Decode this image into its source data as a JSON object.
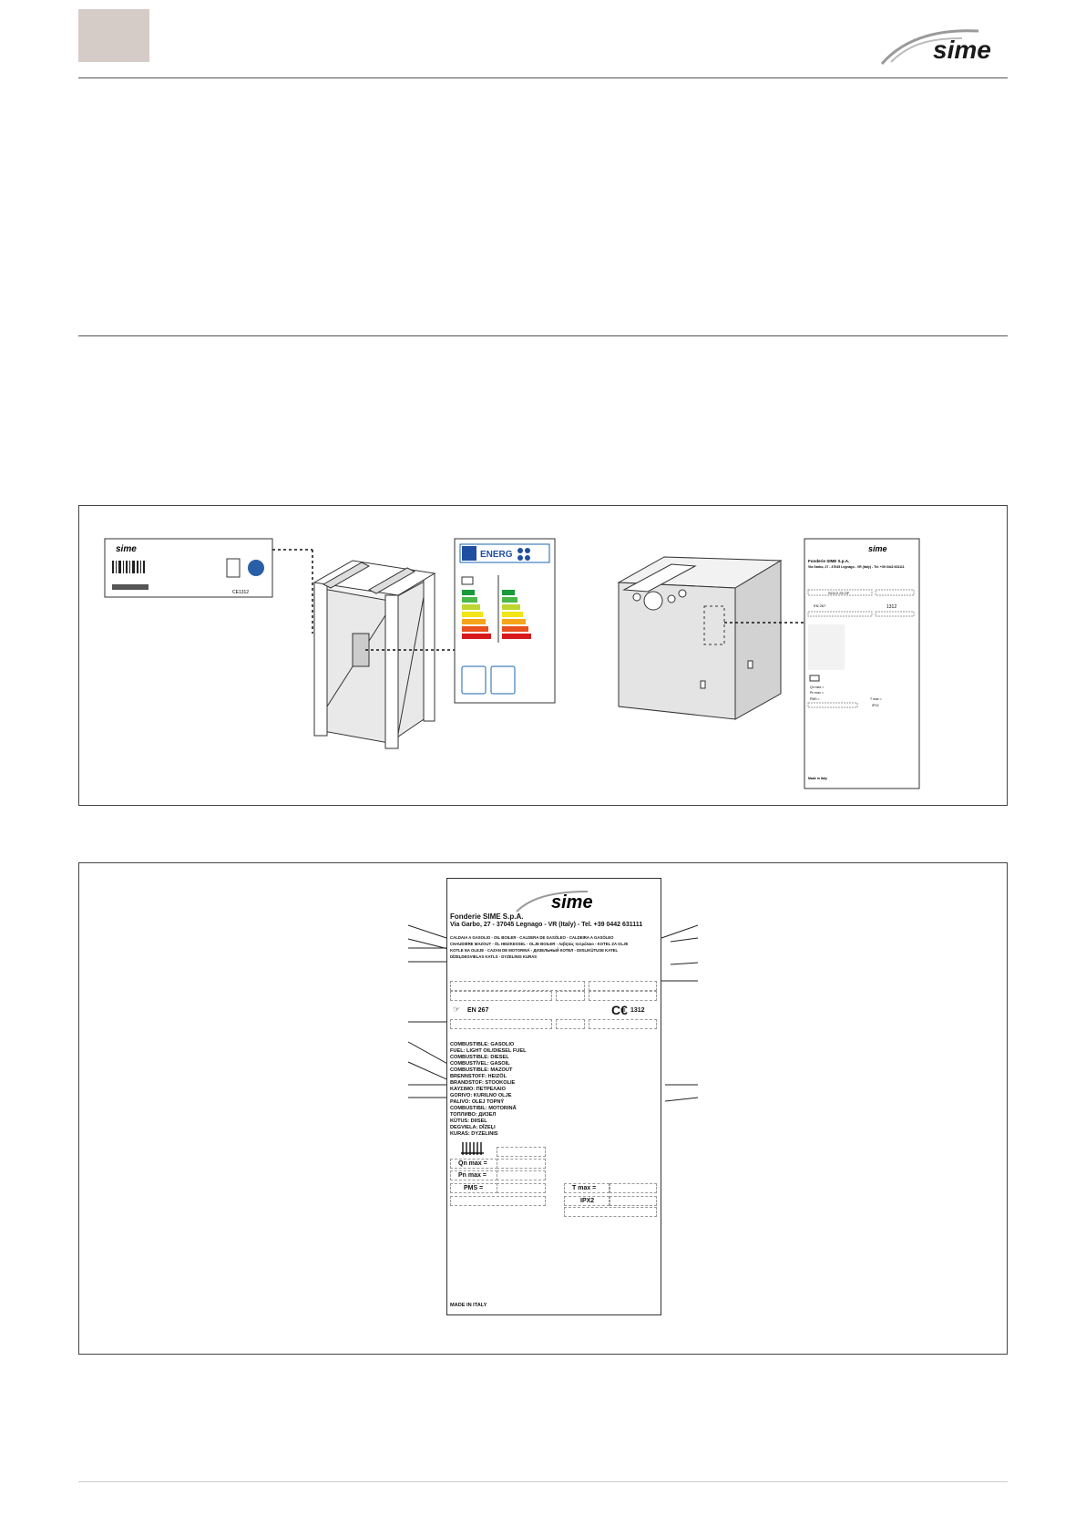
{
  "brand": {
    "logo_text": "sime",
    "accent": "#1a1a1a",
    "tab_color": "#d6ccc7"
  },
  "figure1": {
    "shipping_label": {
      "logo_text": "sime",
      "ce_mark": "CE1312"
    },
    "energy_label": {
      "header": "ENERG"
    },
    "boiler_plate_small": {
      "company": "Fonderie SIME S.p.A.",
      "address": "Via Garbo, 27 - 37045 Legnago - VR (Italy) - Tel. +39 0442 631111",
      "model": "SOLO 25 OF",
      "en_ref": "EN 267",
      "ce": "1312",
      "qn": "Qn max =",
      "pn": "Pn max =",
      "pms": "PMS =",
      "tmax": "T max =",
      "ipx": "IPX2",
      "made_in": "Made in Italy"
    }
  },
  "figure2": {
    "plate": {
      "company": "Fonderie SIME S.p.A.",
      "address": "Via Garbo, 27 - 37045 Legnago - VR (Italy) -  Tel. +39 0442 631111",
      "boiler_types": [
        "CALDAIA A GASOLIO - OIL BOILER - CALDERA DE GASÓLEO - CALDEIRA A GASÓLEO",
        "CHAUDIÈRE MAZOUT - ÖL HEIZKESSEL - OLJE BOILER - Λεβητας πετρέλαιο - KOTEL ZA OLJE",
        "KOTLE NA OLEJE - CAZAN DE MOTORINĂ - ДИЗЕЛЬНЫЙ КОТЕЛ - DIISLIKÜTUSE KATEL",
        "DĪZEĻDEGVIELAS KATLS - DYZELINIS KURAS"
      ],
      "en_ref": "EN 267",
      "ce": "1312",
      "fuels": [
        "COMBUSTIBLE: GASOLIO",
        "FUEL: LIGHT OIL/DIESEL FUEL",
        "COMBUSTIBLE: DIESEL",
        "COMBUSTÍVEL: GASOIL",
        "COMBUSTIBLE: MAZOUT",
        "BRENNSTOFF: HEIZÖL",
        "BRANDSTOF: STOOKOLIE",
        "ΚΑΥΣΙΜΟ: ΠΕΤΡΕΛΑΙΟ",
        "GORIVO: KURILNO OLJE",
        "PALIVO: OLEJ TOPNÝ",
        "COMBUSTIBIL: MOTORINĂ",
        "ТОПЛИВО: ДИЗЕЛ",
        "KÜTUS: DIISEL",
        "DEGVIELA: DĪZEĻI",
        "KURAS: DYZELINIS"
      ],
      "qn": "Qn max =",
      "pn": "Pn max =",
      "pms": "PMS =",
      "tmax": "T max =",
      "ipx": "IPX2",
      "made_in": "MADE IN ITALY"
    }
  }
}
